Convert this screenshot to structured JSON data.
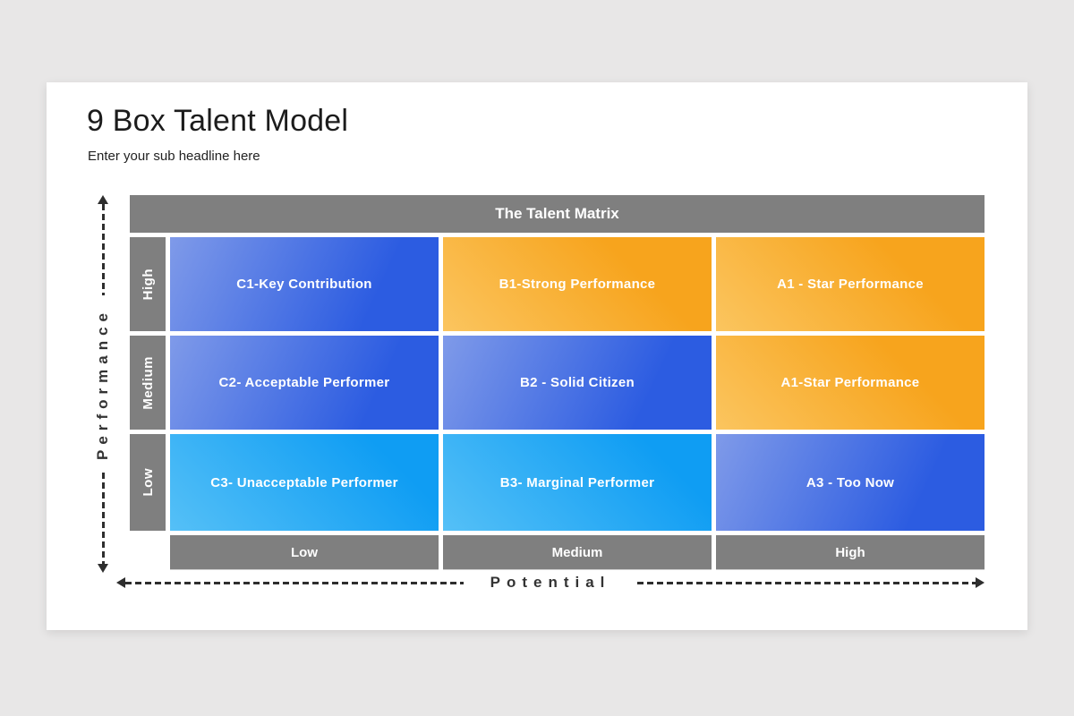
{
  "slide": {
    "title": "9 Box Talent Model",
    "subtitle": "Enter your sub headline here"
  },
  "matrix": {
    "header": "The Talent Matrix",
    "y_axis_label": "Performance",
    "x_axis_label": "Potential",
    "row_labels": [
      "High",
      "Medium",
      "Low"
    ],
    "col_labels": [
      "Low",
      "Medium",
      "High"
    ],
    "cells": [
      {
        "label": "C1-Key Contribution",
        "color": "#2c5ce1"
      },
      {
        "label": "B1-Strong Performance",
        "color": "#f7a41d"
      },
      {
        "label": "A1 - Star Performance",
        "color": "#f7a41d"
      },
      {
        "label": "C2- Acceptable Performer",
        "color": "#2c5ce1"
      },
      {
        "label": "B2 - Solid Citizen",
        "color": "#2c5ce1"
      },
      {
        "label": "A1-Star Performance",
        "color": "#f7a41d"
      },
      {
        "label": "C3- Unacceptable Performer",
        "color": "#0f9df3"
      },
      {
        "label": "B3- Marginal Performer",
        "color": "#0f9df3"
      },
      {
        "label": "A3 - Too Now",
        "color": "#2c5ce1"
      }
    ]
  },
  "palette": {
    "page_background": "#e8e7e7",
    "card_background": "#ffffff",
    "gray_bar": "#7f7f7f",
    "blue_gradient_start": "#7f9ae9",
    "blue_gradient_end": "#2c5ce1",
    "sky_gradient_start": "#55c0f7",
    "sky_gradient_end": "#0f9df3",
    "orange_gradient_start": "#fbc55f",
    "orange_gradient_end": "#f7a41d",
    "axis_color": "#333333"
  }
}
